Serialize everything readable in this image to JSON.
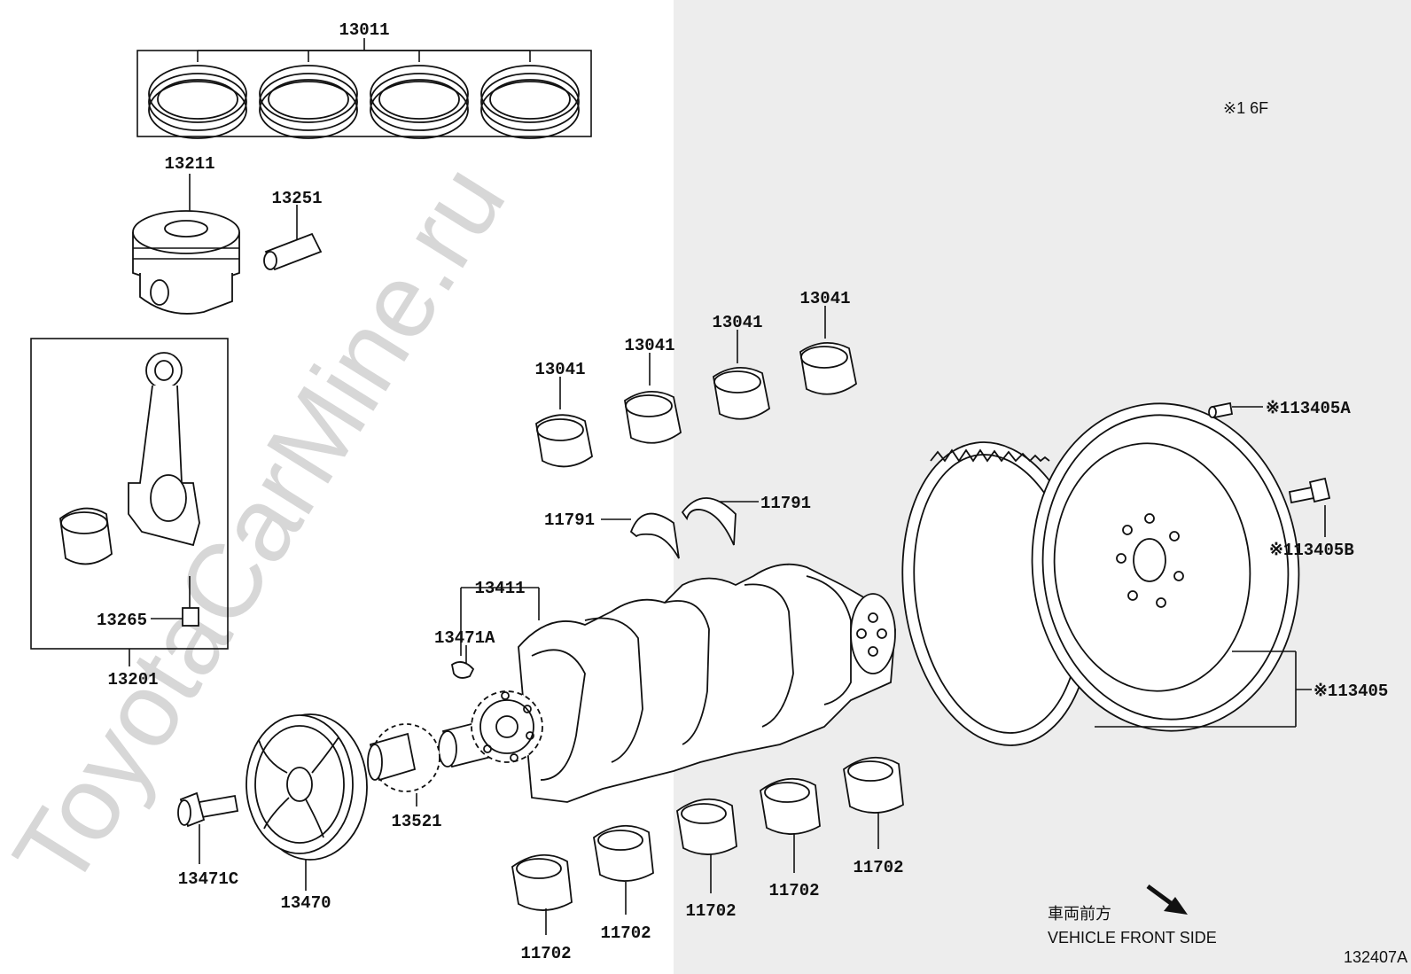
{
  "background": {
    "left_color": "#ffffff",
    "right_color": "#ededed"
  },
  "watermark": "ToyotaCarMine.ru",
  "labels": {
    "rings": "13011",
    "piston": "13211",
    "pin": "13251",
    "rod_assy": "13201",
    "rod_bolt": "13265",
    "rod_bearing_1": "13041",
    "rod_bearing_2": "13041",
    "rod_bearing_3": "13041",
    "rod_bearing_4": "13041",
    "thrust_washer_left": "11791",
    "thrust_washer_right": "11791",
    "crankshaft": "13411",
    "crank_key": "13471A",
    "crank_gear": "13521",
    "pulley_bolt": "13471C",
    "pulley": "13470",
    "main_bearing_1": "11702",
    "main_bearing_2": "11702",
    "main_bearing_3": "11702",
    "main_bearing_4": "11702",
    "main_bearing_5": "11702",
    "flywheel_pin": "※113405A",
    "flywheel_bolt": "※113405B",
    "flywheel": "※113405",
    "option_note": "※1 6F"
  },
  "direction": {
    "jp": "車両前方",
    "en": "VEHICLE FRONT SIDE"
  },
  "diagram_id": "132407A",
  "icons": [
    "front-direction-arrow-icon"
  ]
}
